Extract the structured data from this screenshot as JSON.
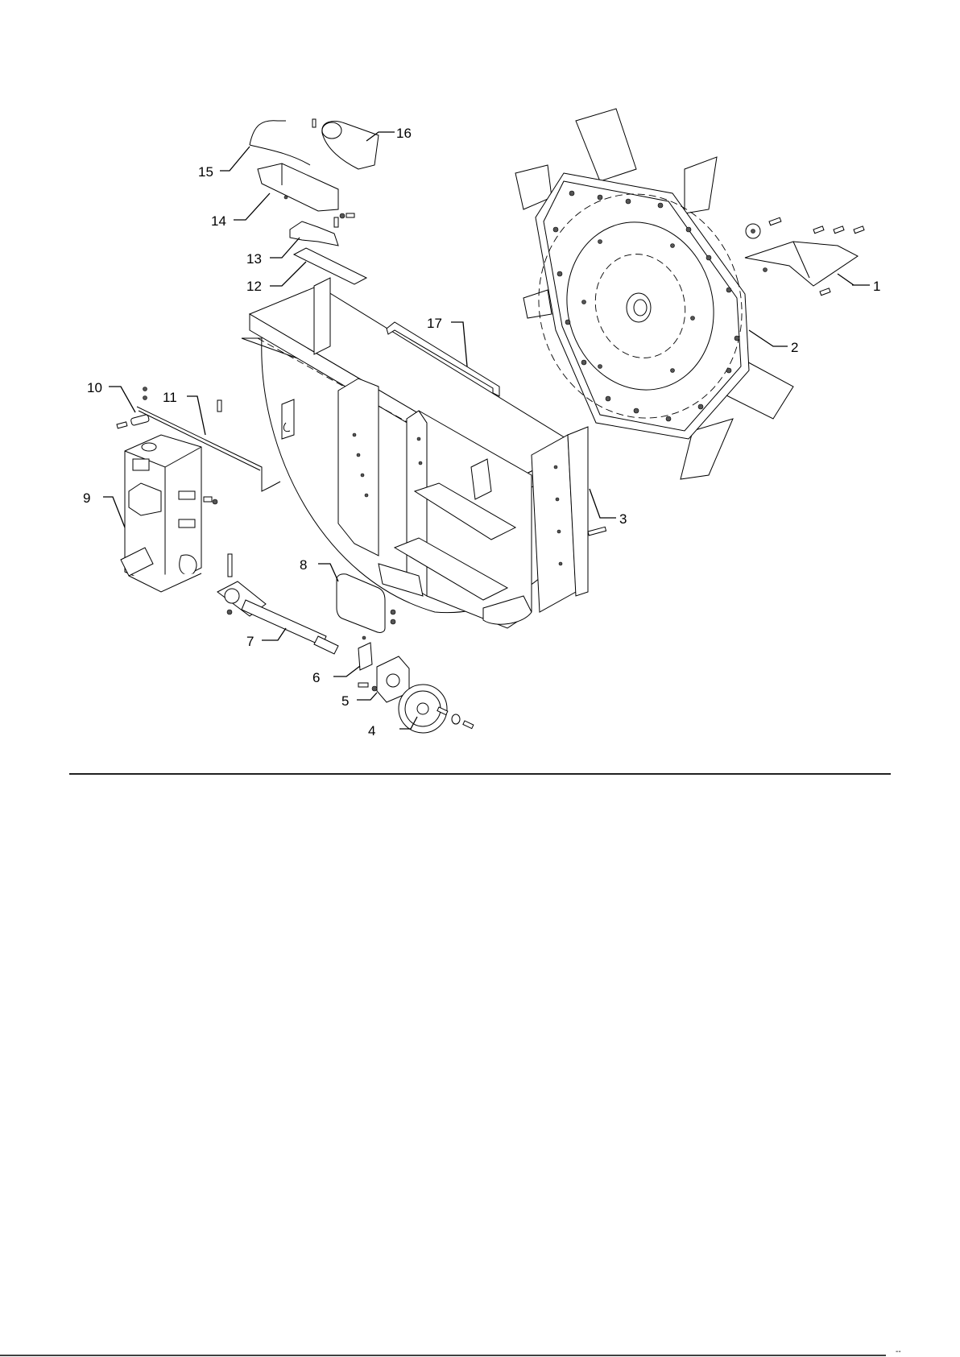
{
  "callouts": {
    "c1": "1",
    "c2": "2",
    "c3": "3",
    "c4": "4",
    "c5": "5",
    "c6": "6",
    "c7": "7",
    "c8": "8",
    "c9": "9",
    "c10": "10",
    "c11": "11",
    "c12": "12",
    "c13": "13",
    "c14": "14",
    "c15": "15",
    "c16": "16",
    "c17": "17"
  },
  "footer": {
    "corner_mark": "--"
  },
  "colors": {
    "line": "#000000",
    "background": "#ffffff",
    "fill": "#ffffff"
  }
}
